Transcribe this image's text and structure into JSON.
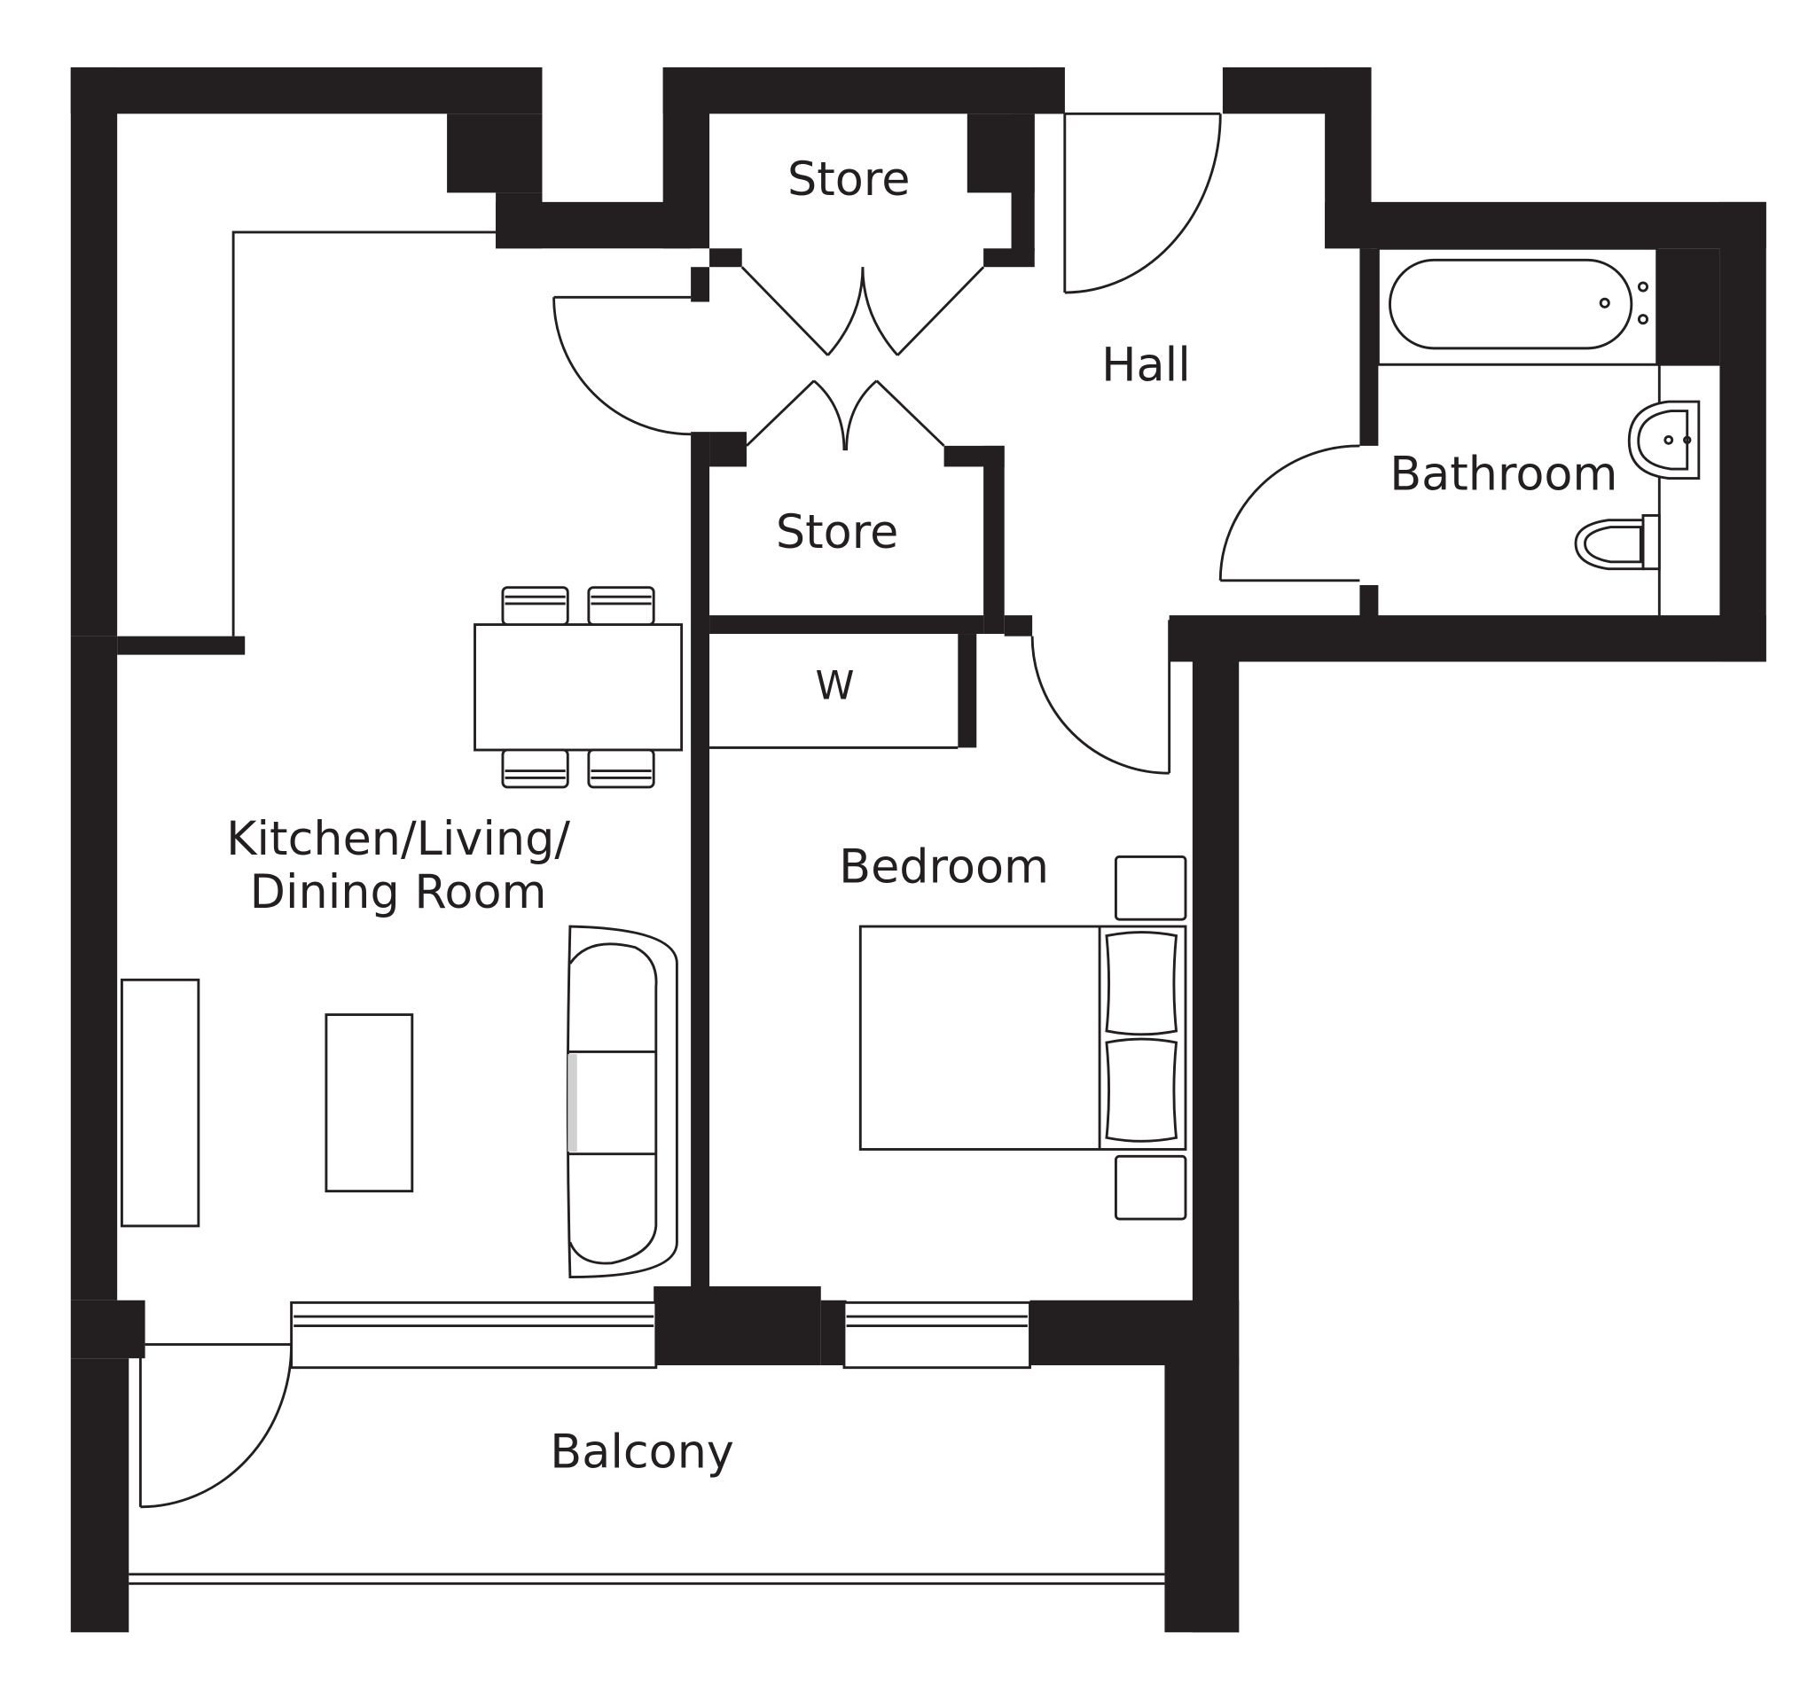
{
  "rooms": {
    "store_top": "Store",
    "store_bottom": "Store",
    "hall": "Hall",
    "bathroom": "Bathroom",
    "wardrobe": "W",
    "kitchen_line1": "Kitchen/Living/",
    "kitchen_line2": "Dining Room",
    "bedroom": "Bedroom",
    "balcony": "Balcony"
  },
  "colors": {
    "wall": "#231f20",
    "background": "#ffffff"
  }
}
